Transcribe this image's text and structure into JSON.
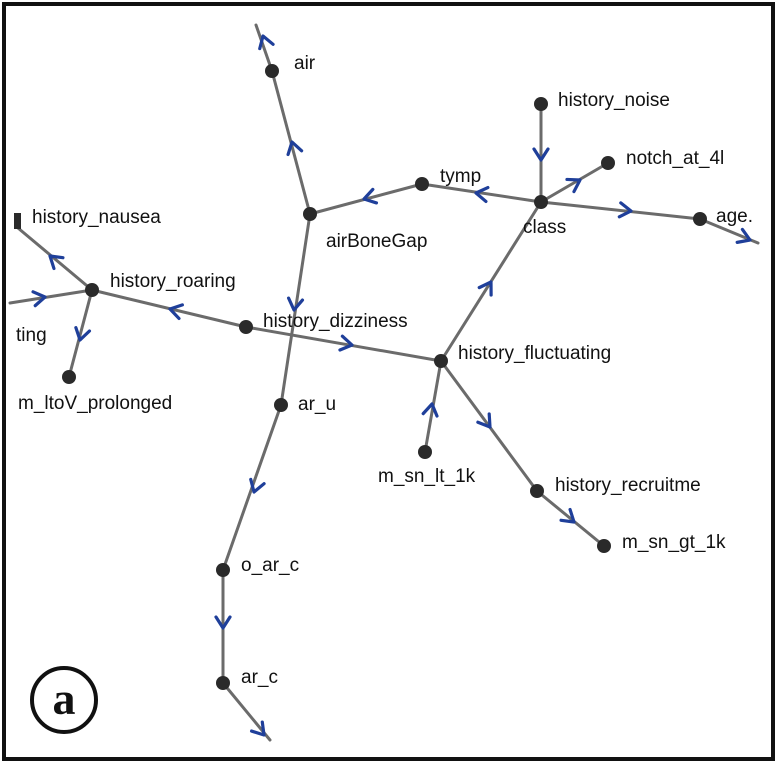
{
  "panel_label": "a",
  "colors": {
    "edge": "#6b6b6b",
    "arrow": "#1f3f9a",
    "node": "#2a2a2a",
    "border": "#111111"
  },
  "nodes": {
    "air": "air",
    "history_noise": "history_noise",
    "notch_at_4": "notch_at_4l",
    "tymp": "tymp",
    "class": "class",
    "age": "age.",
    "history_nausea": "history_nausea",
    "airBoneGap": "airBoneGap",
    "history_roaring": "history_roaring",
    "history_dizziness": "history_dizziness",
    "ting": "ting",
    "history_fluctuating": "history_fluctuating",
    "m_ltoV_prolonged": "m_ltoV_prolonged",
    "ar_u": "ar_u",
    "m_sn_lt_1k": "m_sn_lt_1k",
    "history_recruitme": "history_recruitme",
    "m_sn_gt_1k": "m_sn_gt_1k",
    "o_ar_c": "o_ar_c",
    "ar_c": "ar_c"
  }
}
